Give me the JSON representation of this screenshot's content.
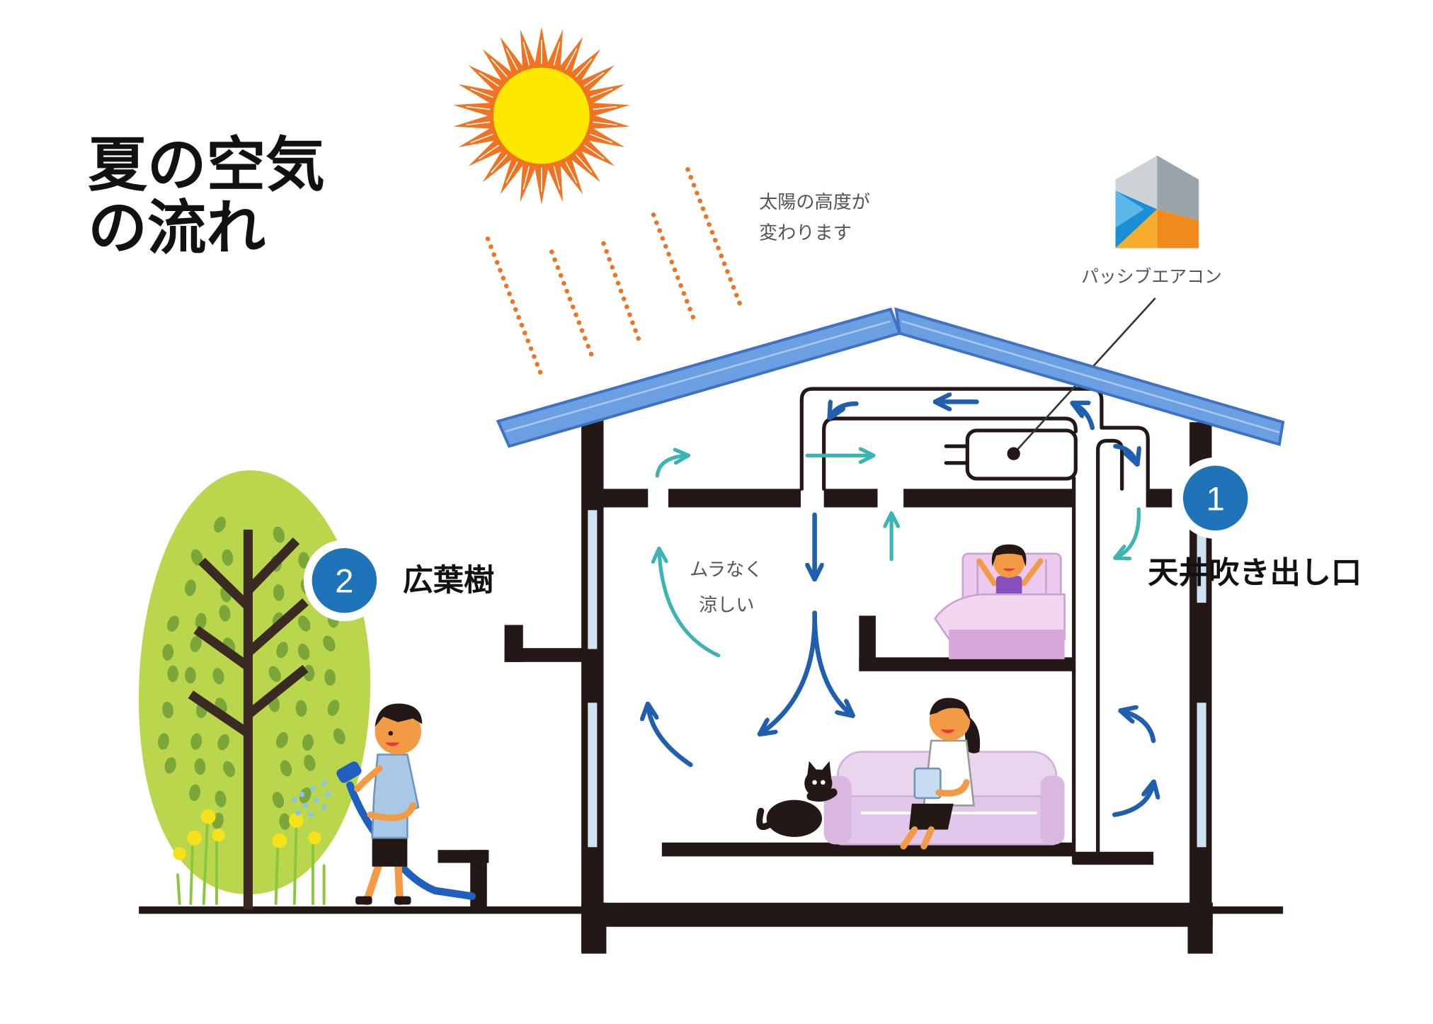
{
  "title": {
    "line1": "夏の空気",
    "line2": "の流れ"
  },
  "sun_note": {
    "line1": "太陽の高度が",
    "line2": "変わります"
  },
  "logo": {
    "label": "パッシブエアコン"
  },
  "callouts": [
    {
      "number": "1",
      "label": "天井吹き出し口"
    },
    {
      "number": "2",
      "label": "広葉樹"
    }
  ],
  "airflow_note": {
    "line1": "ムラなく",
    "line2": "涼しい"
  },
  "icons": [
    "sun-icon",
    "passive-aircon-logo-icon",
    "tree-icon",
    "cat-icon"
  ],
  "colors": {
    "sun": "#f07322",
    "sun_core": "#ffe800",
    "roof": "#6c9fe2",
    "teal_arrow": "#3db4b4",
    "blue_arrow": "#1f5fae",
    "badge": "#1f73b9",
    "tree": "#b9d64c"
  }
}
